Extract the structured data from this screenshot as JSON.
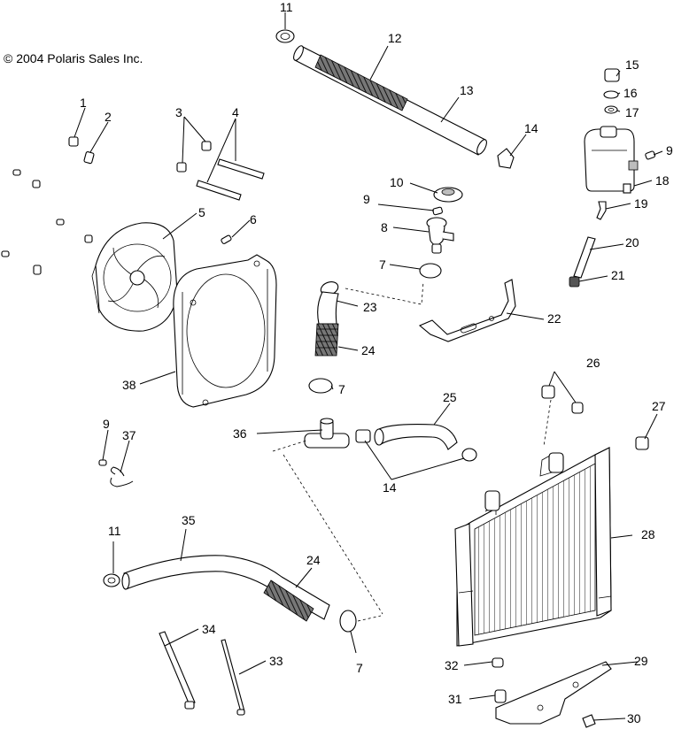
{
  "copyright": "© 2004 Polaris Sales Inc.",
  "callouts": {
    "c1": "1",
    "c2": "2",
    "c3": "3",
    "c4": "4",
    "c5": "5",
    "c6": "6",
    "c7a": "7",
    "c7b": "7",
    "c7c": "7",
    "c8": "8",
    "c9a": "9",
    "c9b": "9",
    "c9c": "9",
    "c10": "10",
    "c11a": "11",
    "c11b": "11",
    "c12": "12",
    "c13": "13",
    "c14a": "14",
    "c14b": "14",
    "c15": "15",
    "c16": "16",
    "c17": "17",
    "c18": "18",
    "c19": "19",
    "c20": "20",
    "c21": "21",
    "c22": "22",
    "c23": "23",
    "c24a": "24",
    "c24b": "24",
    "c25": "25",
    "c26": "26",
    "c27": "27",
    "c28": "28",
    "c29": "29",
    "c30": "30",
    "c31": "31",
    "c32": "32",
    "c33": "33",
    "c34": "34",
    "c35": "35",
    "c36": "36",
    "c37": "37",
    "c38": "38"
  }
}
